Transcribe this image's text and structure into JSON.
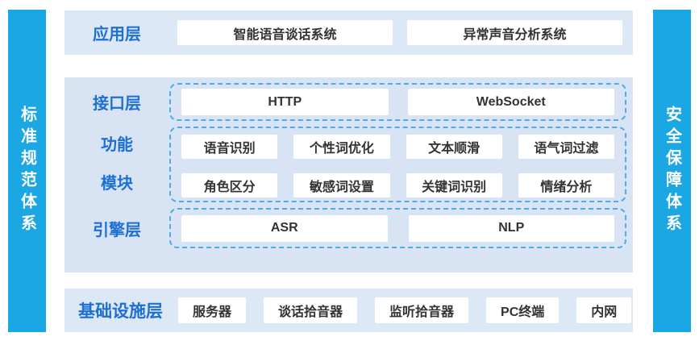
{
  "palette": {
    "sidebar_blue": "#1ba6e4",
    "band_blue": "#dde8f7",
    "band_blue_mid": "#d8e4f4",
    "label_blue": "#1e6fd3",
    "dashed_border": "#4face6",
    "box_text": "#333333",
    "box_white": "#ffffff"
  },
  "pillars": {
    "left": "标准规范体系",
    "right": "安全保障体系"
  },
  "layers": {
    "application": {
      "label": "应用层",
      "items": [
        "智能语音谈话系统",
        "异常声音分析系统"
      ]
    },
    "interface": {
      "label": "接口层",
      "items": [
        "HTTP",
        "WebSocket"
      ]
    },
    "function_module": {
      "label_lines": [
        "功能",
        "模块"
      ],
      "rows": [
        [
          "语音识别",
          "个性词优化",
          "文本顺滑",
          "语气词过滤"
        ],
        [
          "角色区分",
          "敏感词设置",
          "关键词识别",
          "情绪分析"
        ]
      ]
    },
    "engine": {
      "label": "引擎层",
      "items": [
        "ASR",
        "NLP"
      ]
    },
    "infrastructure": {
      "label": "基础设施层",
      "items": [
        "服务器",
        "谈话拾音器",
        "监听拾音器",
        "PC终端",
        "内网"
      ]
    }
  }
}
